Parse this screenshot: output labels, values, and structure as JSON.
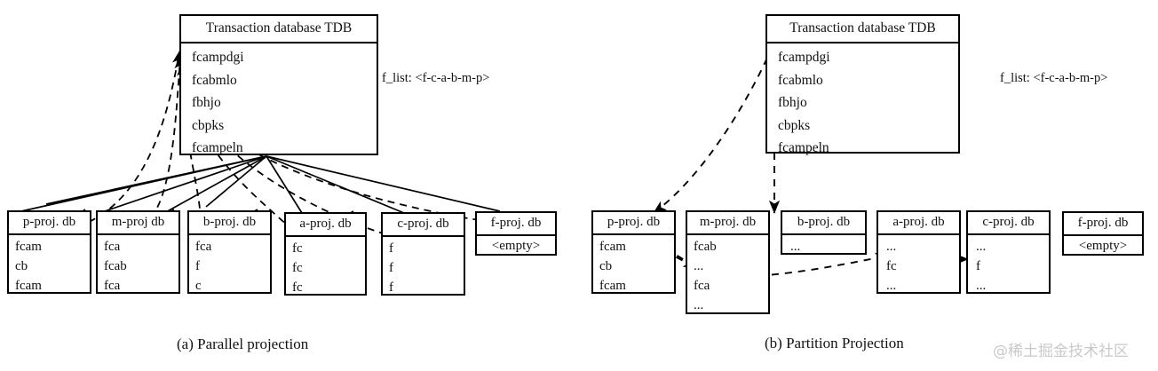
{
  "figure": {
    "panels": [
      {
        "id": "parallel",
        "caption": "(a) Parallel projection",
        "f_list": "f_list: <f-c-a-b-m-p>",
        "tdb": {
          "title": "Transaction database TDB",
          "transactions": [
            "fcampdgi",
            "fcabmlo",
            "fbhjo",
            "cbpks",
            "fcampeln"
          ]
        },
        "projections": [
          {
            "title": "p-proj. db",
            "rows": [
              "fcam",
              "cb",
              "fcam"
            ]
          },
          {
            "title": "m-proj db",
            "rows": [
              "fca",
              "fcab",
              "fca"
            ]
          },
          {
            "title": "b-proj. db",
            "rows": [
              "fca",
              "f",
              "c"
            ]
          },
          {
            "title": "a-proj. db",
            "rows": [
              "fc",
              "fc",
              "fc"
            ]
          },
          {
            "title": "c-proj. db",
            "rows": [
              "f",
              "f",
              "f"
            ]
          },
          {
            "title": "f-proj. db",
            "rows": [
              "<empty>"
            ]
          }
        ]
      },
      {
        "id": "partition",
        "caption": "(b) Partition Projection",
        "f_list": "f_list: <f-c-a-b-m-p>",
        "tdb": {
          "title": "Transaction database TDB",
          "transactions": [
            "fcampdgi",
            "fcabmlo",
            "fbhjo",
            "cbpks",
            "fcampeln"
          ]
        },
        "projections": [
          {
            "title": "p-proj. db",
            "rows": [
              "fcam",
              "cb",
              "fcam"
            ]
          },
          {
            "title": "m-proj. db",
            "rows": [
              "fcab",
              "...",
              "fca",
              "..."
            ]
          },
          {
            "title": "b-proj. db",
            "rows": [
              "..."
            ]
          },
          {
            "title": "a-proj. db",
            "rows": [
              "...",
              "fc",
              "..."
            ]
          },
          {
            "title": "c-proj. db",
            "rows": [
              "...",
              "f",
              "..."
            ]
          },
          {
            "title": "f-proj. db",
            "rows": [
              "<empty>"
            ]
          }
        ]
      }
    ],
    "watermark": "@稀土掘金技术社区",
    "colors": {
      "stroke": "#000000",
      "background": "#ffffff",
      "watermark": "#c9c9c9"
    }
  }
}
